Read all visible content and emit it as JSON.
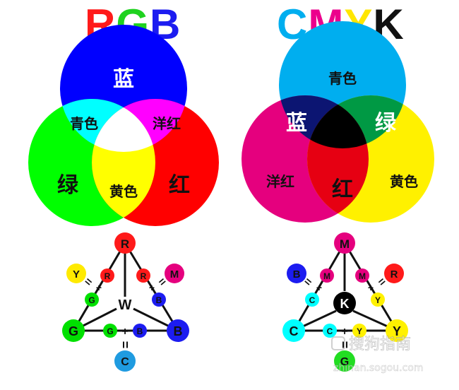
{
  "rgb": {
    "title_letters": [
      {
        "char": "R",
        "color": "#ff1a1a"
      },
      {
        "char": "G",
        "color": "#1fd21f"
      },
      {
        "char": "B",
        "color": "#1c1cf0"
      }
    ],
    "labels": {
      "blue": "蓝",
      "cyan": "青色",
      "magenta": "洋红",
      "green": "绿",
      "yellow": "黄色",
      "red": "红"
    },
    "colors": {
      "red": "#ff0000",
      "green": "#00ff00",
      "blue": "#0000ff",
      "cyan": "#00ffff",
      "magenta": "#ff00ff",
      "yellow": "#ffff00",
      "white": "#ffffff"
    },
    "triangle": {
      "top": "R",
      "left": "G",
      "right": "B",
      "center": "W",
      "bottom": "C",
      "left_out": "Y",
      "right_out": "M",
      "top_left_inner": "R",
      "top_right_inner": "R",
      "left_top_inner": "G",
      "right_top_inner": "B",
      "bottom_left_inner": "G",
      "bottom_right_inner": "B"
    }
  },
  "cmyk": {
    "title_letters": [
      {
        "char": "C",
        "color": "#00aeef"
      },
      {
        "char": "M",
        "color": "#ec008c"
      },
      {
        "char": "Y",
        "color": "#ffe600"
      },
      {
        "char": "K",
        "color": "#111111"
      }
    ],
    "labels": {
      "cyan": "青色",
      "blue": "蓝",
      "green": "绿",
      "magenta": "洋红",
      "red": "红",
      "yellow": "黄色"
    },
    "colors": {
      "cyan": "#00aeef",
      "magenta": "#e5007e",
      "yellow": "#fff100",
      "blue": "#0c1572",
      "green": "#009944",
      "red": "#e60012",
      "black": "#000000"
    },
    "triangle": {
      "top": "M",
      "left": "C",
      "right": "Y",
      "center": "K",
      "bottom": "G",
      "left_out": "B",
      "right_out": "R",
      "top_left_inner": "M",
      "top_right_inner": "M",
      "left_top_inner": "C",
      "right_top_inner": "Y",
      "bottom_left_inner": "C",
      "bottom_right_inner": "Y"
    }
  },
  "symbols": {
    "plus": "+",
    "equals": "="
  },
  "watermark": {
    "text": "搜狗指南",
    "url": "zhinan.sogou.com"
  }
}
